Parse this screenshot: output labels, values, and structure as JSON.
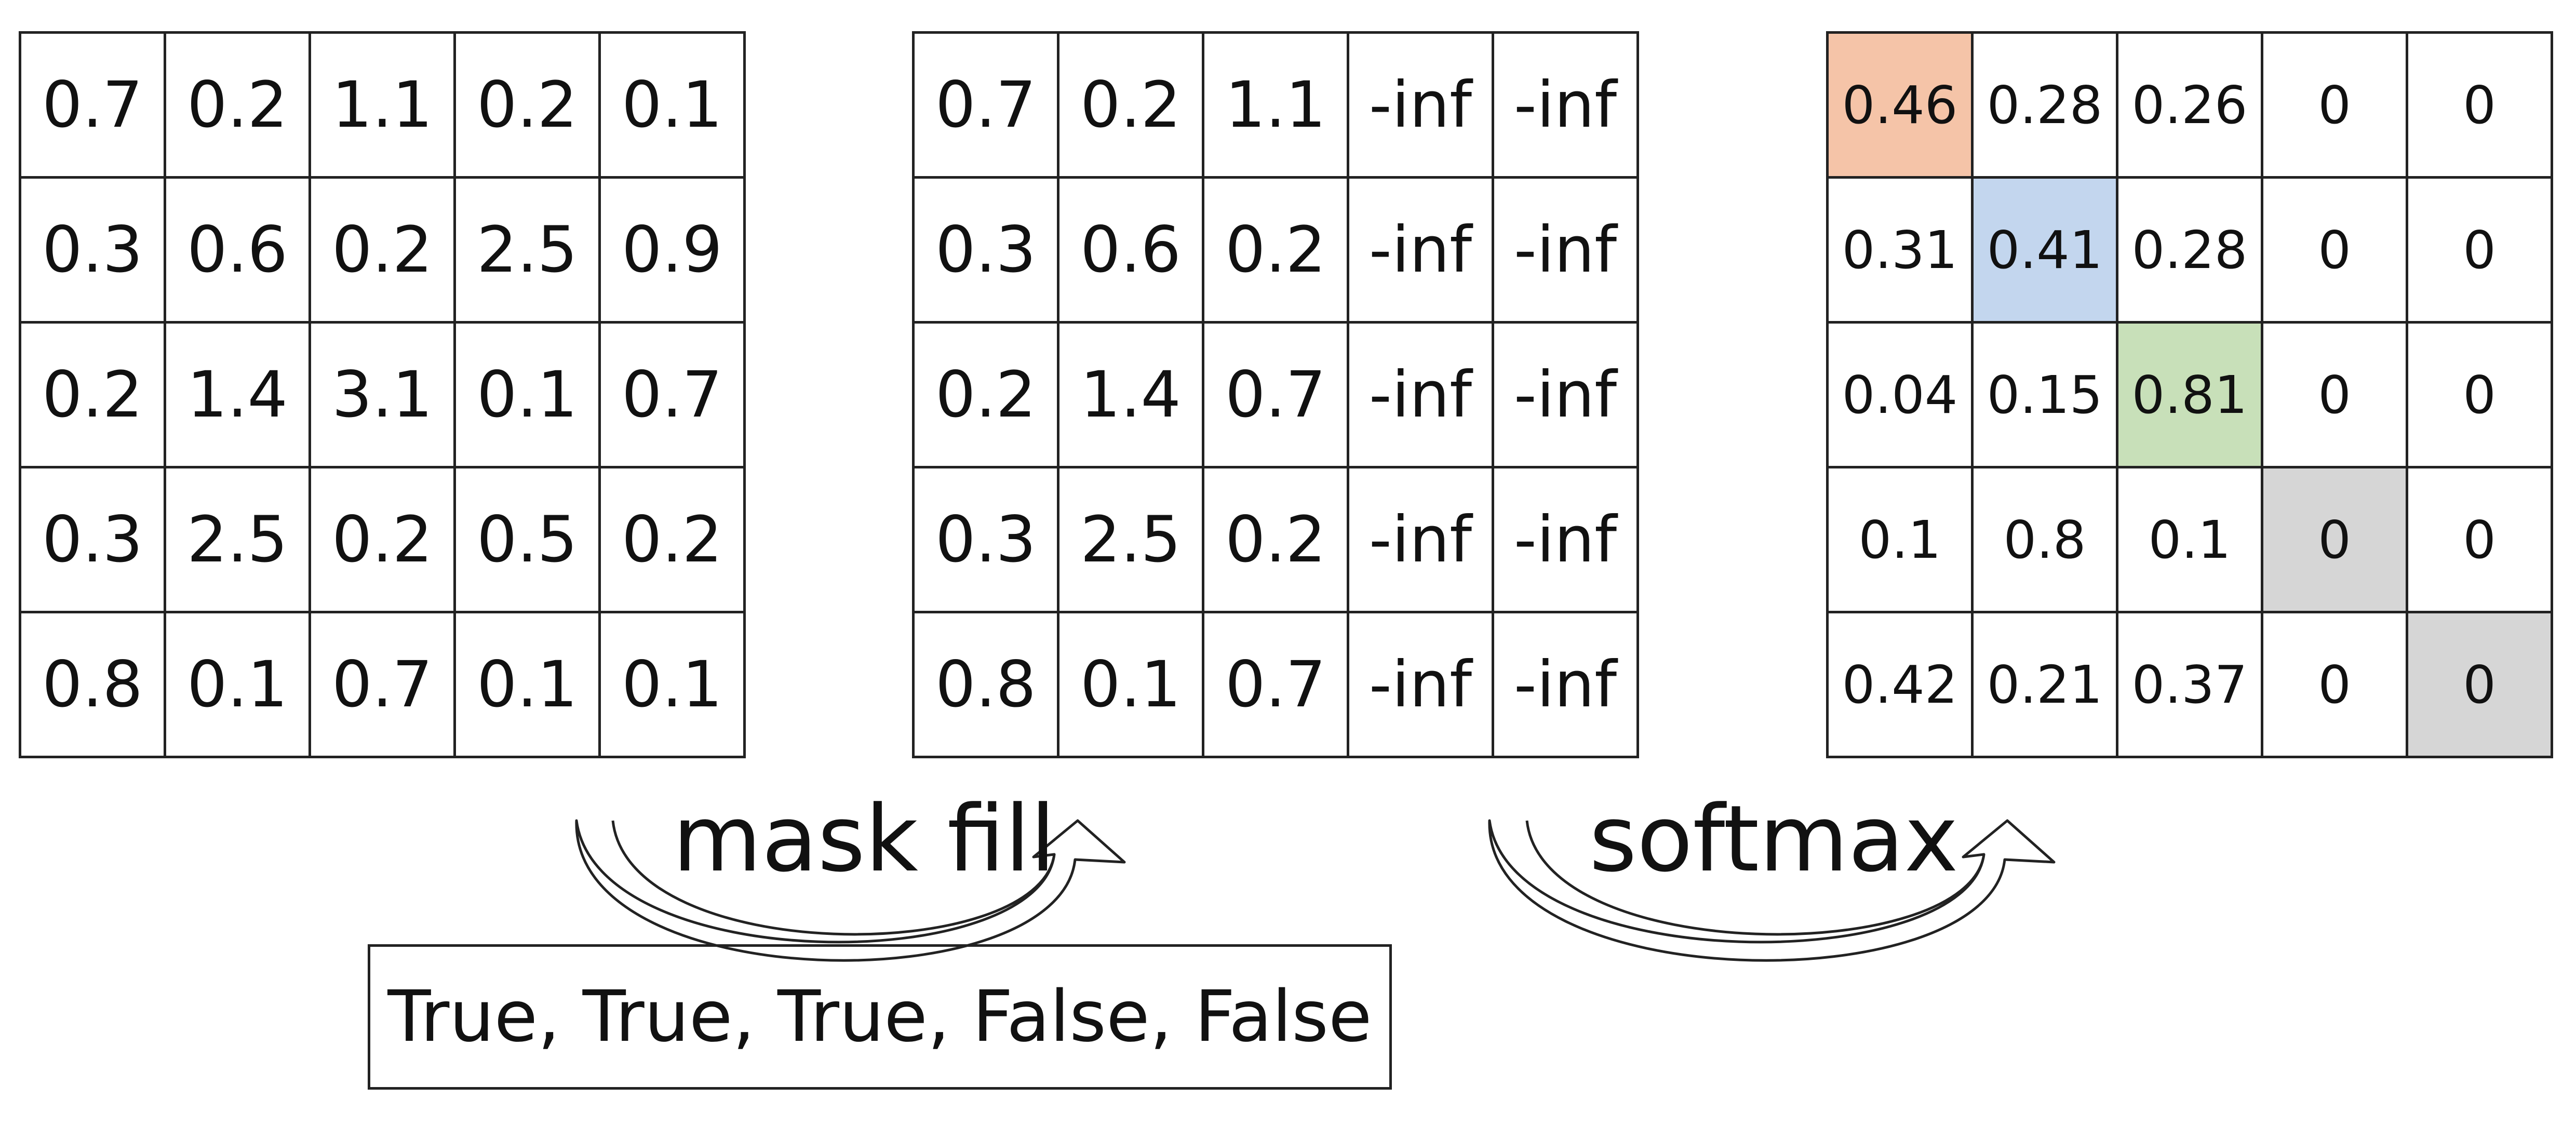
{
  "matrices": [
    {
      "id": "scores",
      "rows": [
        [
          "0.7",
          "0.2",
          "1.1",
          "0.2",
          "0.1"
        ],
        [
          "0.3",
          "0.6",
          "0.2",
          "2.5",
          "0.9"
        ],
        [
          "0.2",
          "1.4",
          "3.1",
          "0.1",
          "0.7"
        ],
        [
          "0.3",
          "2.5",
          "0.2",
          "0.5",
          "0.2"
        ],
        [
          "0.8",
          "0.1",
          "0.7",
          "0.1",
          "0.1"
        ]
      ]
    },
    {
      "id": "masked",
      "rows": [
        [
          "0.7",
          "0.2",
          "1.1",
          "-inf",
          "-inf"
        ],
        [
          "0.3",
          "0.6",
          "0.2",
          "-inf",
          "-inf"
        ],
        [
          "0.2",
          "1.4",
          "0.7",
          "-inf",
          "-inf"
        ],
        [
          "0.3",
          "2.5",
          "0.2",
          "-inf",
          "-inf"
        ],
        [
          "0.8",
          "0.1",
          "0.7",
          "-inf",
          "-inf"
        ]
      ]
    },
    {
      "id": "softmax",
      "rows": [
        [
          "0.46",
          "0.28",
          "0.26",
          "0",
          "0"
        ],
        [
          "0.31",
          "0.41",
          "0.28",
          "0",
          "0"
        ],
        [
          "0.04",
          "0.15",
          "0.81",
          "0",
          "0"
        ],
        [
          "0.1",
          "0.8",
          "0.1",
          "0",
          "0"
        ],
        [
          "0.42",
          "0.21",
          "0.37",
          "0",
          "0"
        ]
      ],
      "highlights": [
        {
          "row": 0,
          "col": 0,
          "color": "#f5c4a8"
        },
        {
          "row": 1,
          "col": 1,
          "color": "#c3d6ee"
        },
        {
          "row": 2,
          "col": 2,
          "color": "#c8e0b9"
        },
        {
          "row": 3,
          "col": 3,
          "color": "#d6d6d6"
        },
        {
          "row": 4,
          "col": 4,
          "color": "#d6d6d6"
        }
      ]
    }
  ],
  "operations": {
    "mask_fill": "mask fill",
    "softmax": "softmax"
  },
  "mask_vector": "True, True, True, False, False",
  "colors": {
    "border": "#222222",
    "arrow": "#222222"
  }
}
